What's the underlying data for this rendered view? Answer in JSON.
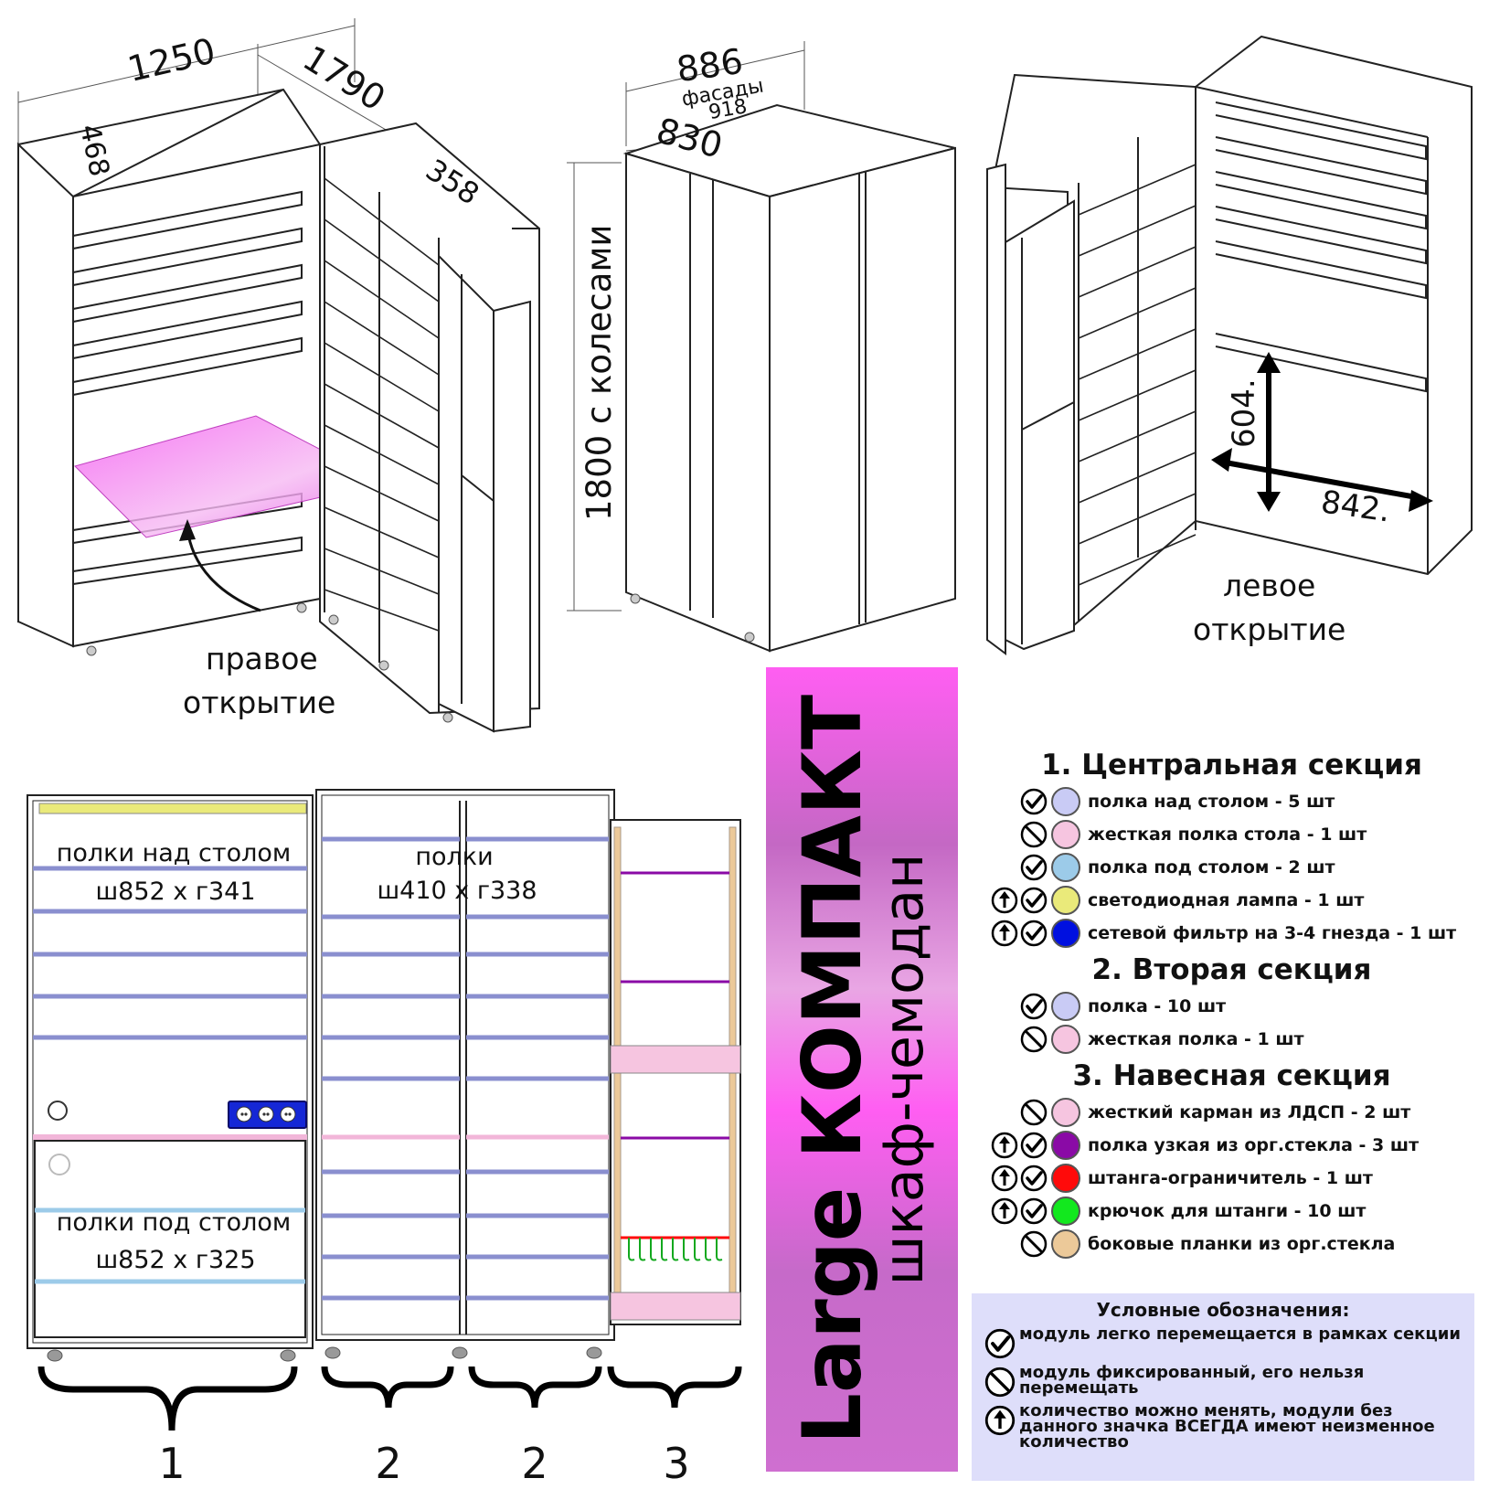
{
  "dims": {
    "width": "1250",
    "depth": "1790",
    "side_height": "468",
    "inner": "358",
    "top_width": "886",
    "facades_label": "фасады",
    "facades_value": "918",
    "body_width": "830",
    "height": "1800 с колесами",
    "inner_height": "604.",
    "inner_width": "842."
  },
  "captions": {
    "right_open_1": "правое",
    "right_open_2": "открытие",
    "left_open_1": "левое",
    "left_open_2": "открытие"
  },
  "front": {
    "shelves_above_title": "полки над столом",
    "shelves_above_size": "ш852 х г341",
    "shelves_mid_title": "полки",
    "shelves_mid_size": "ш410 х г338",
    "shelves_below_title": "полки под столом",
    "shelves_below_size": "ш852 х г325",
    "section_numbers": [
      "1",
      "2",
      "2",
      "3"
    ]
  },
  "banner": {
    "line1": "Large КОМПАКТ",
    "line2": "шкаф-чемодан"
  },
  "legend": {
    "sections": [
      {
        "title": "1. Центральная секция",
        "items": [
          {
            "icons": [
              "check"
            ],
            "color": "#c9cbf5",
            "label": "полка над столом - 5 шт"
          },
          {
            "icons": [
              "ban"
            ],
            "color": "#f6c5e0",
            "label": "жесткая полка стола - 1 шт"
          },
          {
            "icons": [
              "check"
            ],
            "color": "#9ccbe9",
            "label": "полка под столом - 2 шт"
          },
          {
            "icons": [
              "up",
              "check"
            ],
            "color": "#eaea7a",
            "label": "светодиодная лампа - 1 шт"
          },
          {
            "icons": [
              "up",
              "check"
            ],
            "color": "#0010e0",
            "label": "сетевой фильтр на 3-4 гнезда - 1 шт"
          }
        ]
      },
      {
        "title": "2. Вторая секция",
        "items": [
          {
            "icons": [
              "check"
            ],
            "color": "#c9cbf5",
            "label": "полка - 10 шт"
          },
          {
            "icons": [
              "ban"
            ],
            "color": "#f6c5e0",
            "label": "жесткая полка - 1 шт"
          }
        ]
      },
      {
        "title": "3. Навесная секция",
        "items": [
          {
            "icons": [
              "ban"
            ],
            "color": "#f6c5e0",
            "label": "жесткий карман из ЛДСП - 2 шт"
          },
          {
            "icons": [
              "up",
              "check"
            ],
            "color": "#8a0aa6",
            "label": "полка узкая из орг.стекла - 3 шт"
          },
          {
            "icons": [
              "up",
              "check"
            ],
            "color": "#ff0a0a",
            "label": "штанга-ограничитель - 1 шт"
          },
          {
            "icons": [
              "up",
              "check"
            ],
            "color": "#12e81e",
            "label": "крючок для штанги - 10 шт"
          },
          {
            "icons": [
              "ban"
            ],
            "color": "#ecc999",
            "label": "боковые планки из орг.стекла"
          }
        ]
      }
    ],
    "notes_title": "Условные обозначения:",
    "notes": [
      {
        "icon": "check",
        "text": "модуль легко перемещается в рамках секции"
      },
      {
        "icon": "ban",
        "text": "модуль фиксированный, его нельзя перемещать"
      },
      {
        "icon": "up",
        "text": "количество можно менять, модули без данного значка ВСЕГДА имеют неизменное количество"
      }
    ]
  },
  "colors": {
    "accent_magenta": "#ff5ef2",
    "table_highlight": "#f26cf0",
    "shelf_blue": "#c9cbf5",
    "shelf_light_blue": "#9ccbe9",
    "lamp_yellow": "#eaea7a"
  }
}
